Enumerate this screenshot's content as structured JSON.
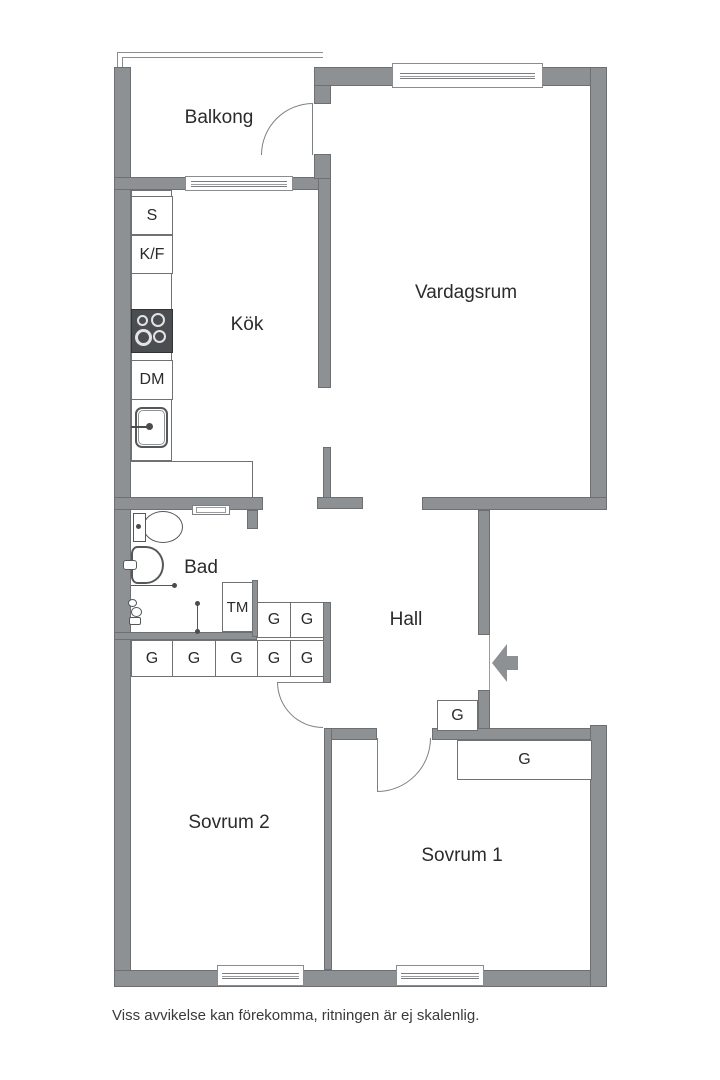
{
  "labels": {
    "balcony": "Balkong",
    "living_room": "Vardagsrum",
    "kitchen": "Kök",
    "bathroom": "Bad",
    "hall": "Hall",
    "bedroom2": "Sovrum 2",
    "bedroom1": "Sovrum 1",
    "pantry": "S",
    "fridge_freezer": "K/F",
    "dishwasher": "DM",
    "washing_machine": "TM",
    "wardrobe": "G",
    "disclaimer": "Viss avvikelse kan förekomma, ritningen är ej skalenlig."
  },
  "colors": {
    "wall": "#8e9194",
    "wall_outline": "#6d7073",
    "stove": "#4b4e51",
    "text": "#2b2b2b",
    "background": "#ffffff"
  }
}
